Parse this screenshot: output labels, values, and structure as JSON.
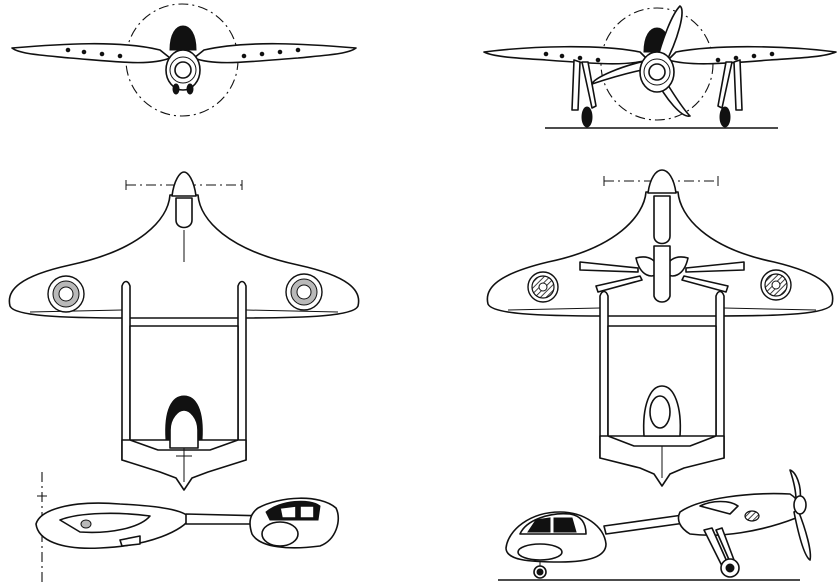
{
  "drawing": {
    "views": [
      {
        "id": "front-view-no-propeller"
      },
      {
        "id": "front-view-with-propeller"
      },
      {
        "id": "top-view"
      },
      {
        "id": "bottom-view"
      },
      {
        "id": "side-view-left"
      },
      {
        "id": "side-view-right"
      }
    ],
    "colors": {
      "line": "#111111",
      "fill": "#ffffff",
      "roundel_ring": "#b9b9b9",
      "black_panels": "#111111"
    }
  }
}
